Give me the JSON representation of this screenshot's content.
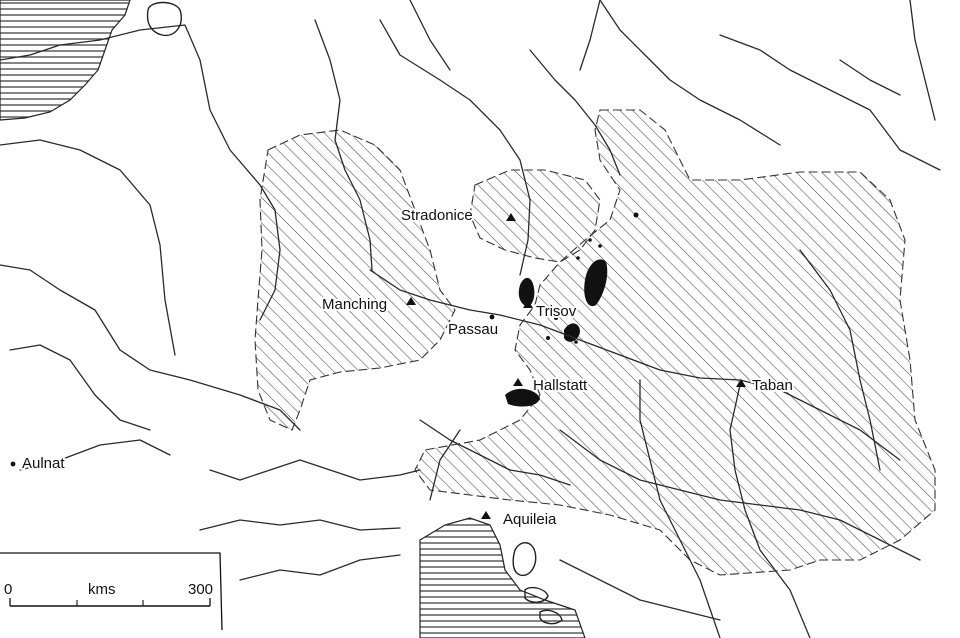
{
  "colors": {
    "ink": "#111111",
    "hatch": "#4a4a4a",
    "background": "#ffffff"
  },
  "sites": [
    {
      "label": "Stradonice",
      "symbol": "triangle"
    },
    {
      "label": "Manching",
      "symbol": "triangle"
    },
    {
      "label": "Passau",
      "symbol": "dot"
    },
    {
      "label": "Trisov",
      "symbol": "triangle"
    },
    {
      "label": "Hallstatt",
      "symbol": "triangle"
    },
    {
      "label": "Taban",
      "symbol": "triangle"
    },
    {
      "label": "Aulnat",
      "symbol": "dot"
    },
    {
      "label": "Aquileia",
      "symbol": "triangle"
    }
  ],
  "scale_bar": {
    "start_label": "0",
    "unit_label": "kms",
    "end_label": "300"
  }
}
